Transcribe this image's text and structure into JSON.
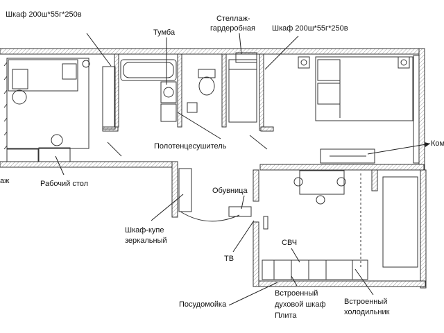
{
  "labels": {
    "wardrobe_left": "Шкаф 200ш*55г*250в",
    "nightstand": "Тумба",
    "shelving_line1": "Стеллаж-",
    "shelving_line2": "гардеробная",
    "wardrobe_right": "Шкаф 200ш*55г*250в",
    "towel_dryer": "Полотенцесушитель",
    "commode_partial": "Ком",
    "shelving_partial": "аж",
    "desk": "Рабочий стол",
    "shoe_rack": "Обувница",
    "mirror_wardrobe_line1": "Шкаф-купе",
    "mirror_wardrobe_line2": "зеркальный",
    "tv": "ТВ",
    "microwave": "СВЧ",
    "dishwasher": "Посудомойка",
    "oven_line1": "Встроенный",
    "oven_line2": "духовой шкаф",
    "oven_line3": "Плита",
    "fridge_line1": "Встроенный",
    "fridge_line2": "холодильник"
  }
}
